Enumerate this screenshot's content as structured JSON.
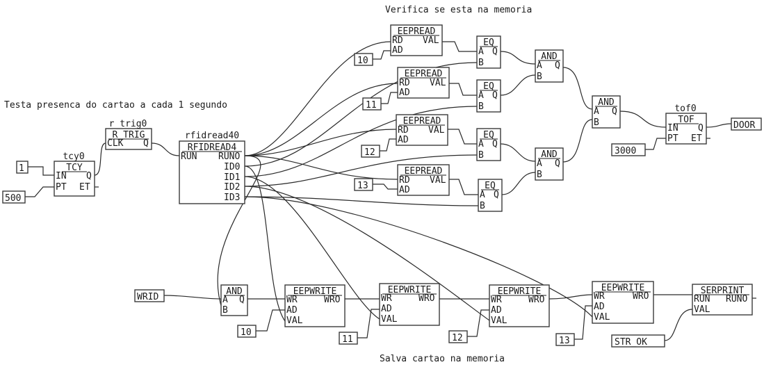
{
  "comments": {
    "top": "Verifica se esta na memoria",
    "left": "Testa presenca do cartao a cada 1 segundo",
    "bottom": "Salva cartao na memoria"
  },
  "constants": {
    "c1": "1",
    "c500": "500",
    "c10a": "10",
    "c11a": "11",
    "c12a": "12",
    "c13a": "13",
    "c3000": "3000",
    "door": "DOOR",
    "wrid": "WRID",
    "c10b": "10",
    "c11b": "11",
    "c12b": "12",
    "c13b": "13",
    "strok": "STR_OK"
  },
  "blocks": {
    "tcy": {
      "instance": "tcy0",
      "type": "TCY",
      "pins": [
        "IN",
        "Q",
        "PT",
        "ET"
      ]
    },
    "rtrig": {
      "instance": "r_trig0",
      "type": "R_TRIG",
      "pins": [
        "CLK",
        "Q"
      ]
    },
    "rfid": {
      "instance": "rfidread40",
      "type": "RFIDREAD4",
      "pins": [
        "RUN",
        "RUNO",
        "ID0",
        "ID1",
        "ID2",
        "ID3"
      ]
    },
    "eepread1": {
      "type": "EEPREAD",
      "pins": [
        "RD",
        "VAL",
        "AD"
      ]
    },
    "eepread2": {
      "type": "EEPREAD",
      "pins": [
        "RD",
        "VAL",
        "AD"
      ]
    },
    "eepread3": {
      "type": "EEPREAD",
      "pins": [
        "RD",
        "VAL",
        "AD"
      ]
    },
    "eepread4": {
      "type": "EEPREAD",
      "pins": [
        "RD",
        "VAL",
        "AD"
      ]
    },
    "eq1": {
      "type": "EQ",
      "pins": [
        "A",
        "Q",
        "B"
      ]
    },
    "eq2": {
      "type": "EQ",
      "pins": [
        "A",
        "Q",
        "B"
      ]
    },
    "eq3": {
      "type": "EQ",
      "pins": [
        "A",
        "Q",
        "B"
      ]
    },
    "eq4": {
      "type": "EQ",
      "pins": [
        "A",
        "Q",
        "B"
      ]
    },
    "and1": {
      "type": "AND",
      "pins": [
        "A",
        "Q",
        "B"
      ]
    },
    "and2": {
      "type": "AND",
      "pins": [
        "A",
        "Q",
        "B"
      ]
    },
    "and3": {
      "type": "AND",
      "pins": [
        "A",
        "Q",
        "B"
      ]
    },
    "tof": {
      "instance": "tof0",
      "type": "TOF",
      "pins": [
        "IN",
        "Q",
        "PT",
        "ET"
      ]
    },
    "and4": {
      "type": "AND",
      "pins": [
        "A",
        "Q",
        "B"
      ]
    },
    "eepwrite1": {
      "type": "EEPWRITE",
      "pins": [
        "WR",
        "WRO",
        "AD",
        "VAL"
      ]
    },
    "eepwrite2": {
      "type": "EEPWRITE",
      "pins": [
        "WR",
        "WRO",
        "AD",
        "VAL"
      ]
    },
    "eepwrite3": {
      "type": "EEPWRITE",
      "pins": [
        "WR",
        "WRO",
        "AD",
        "VAL"
      ]
    },
    "eepwrite4": {
      "type": "EEPWRITE",
      "pins": [
        "WR",
        "WRO",
        "AD",
        "VAL"
      ]
    },
    "serprint": {
      "type": "SERPRINT",
      "pins": [
        "RUN",
        "RUNO",
        "VAL"
      ]
    }
  }
}
